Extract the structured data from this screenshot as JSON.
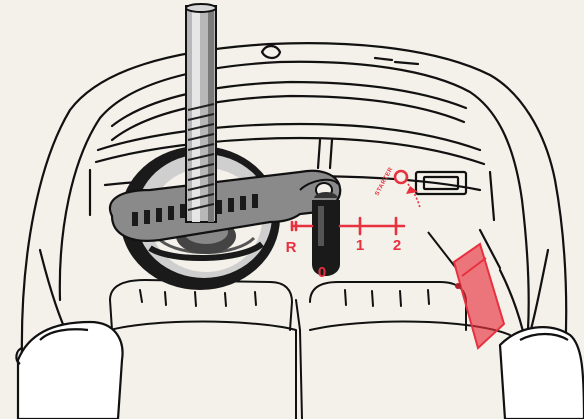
{
  "illustration": {
    "subject": "car-interior-top-view",
    "accent_color": "#e8313f",
    "ink_color": "#111111",
    "paper_color": "#f4f1ea",
    "gear_labels": {
      "reverse": "R",
      "neutral": "0",
      "first": "1",
      "second": "2"
    },
    "starter_label": "STARTER"
  }
}
